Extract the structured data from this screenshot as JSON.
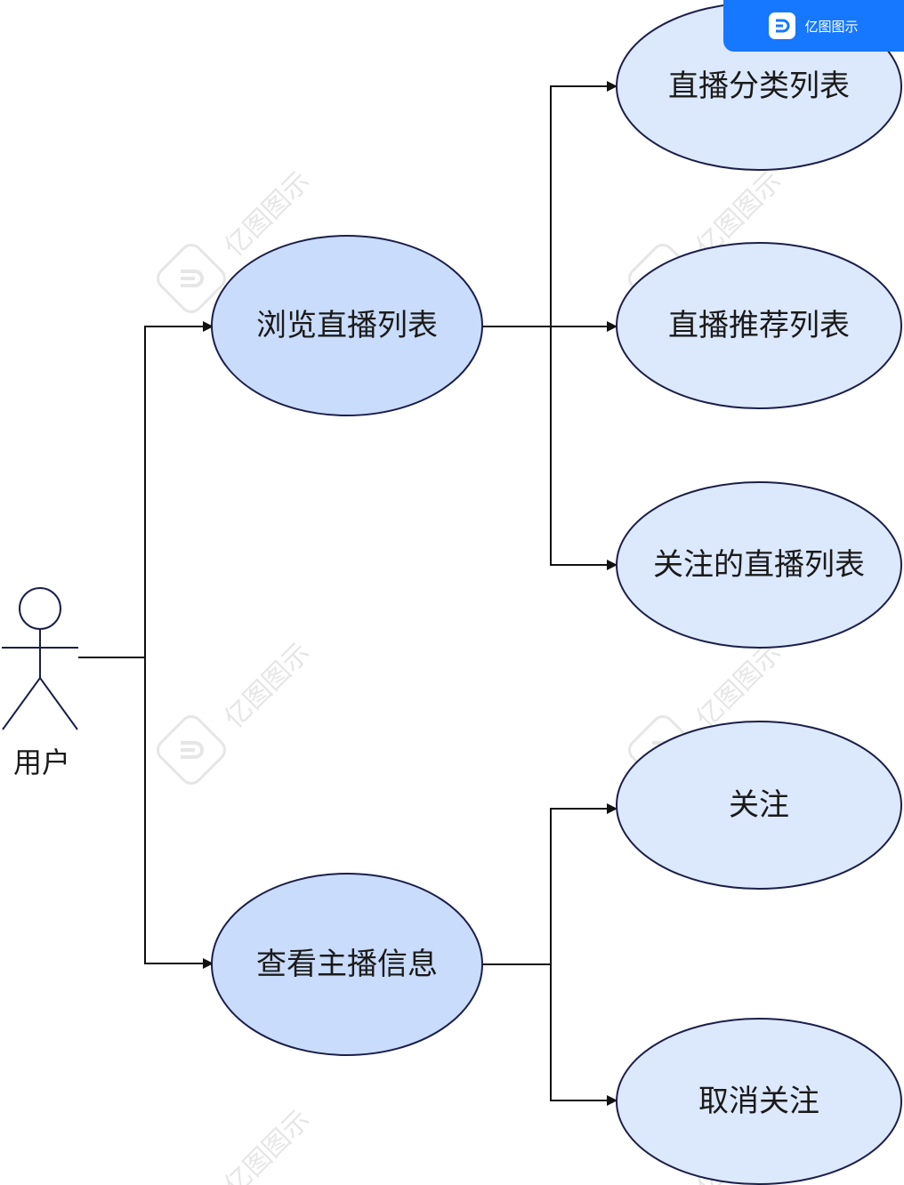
{
  "actor": {
    "label": "用户"
  },
  "use_cases": {
    "browse": "浏览直播列表",
    "view_host": "查看主播信息",
    "category_list": "直播分类列表",
    "recommend_list": "直播推荐列表",
    "followed_list": "关注的直播列表",
    "follow": "关注",
    "unfollow": "取消关注"
  },
  "watermark": {
    "text": "亿图图示"
  },
  "brand": {
    "text": "亿图图示",
    "color": "#1677ff"
  },
  "colors": {
    "primary_fill": "#c9dcfb",
    "secondary_fill": "#dce8fc",
    "stroke": "#1b1f4a",
    "edge": "#111111"
  }
}
